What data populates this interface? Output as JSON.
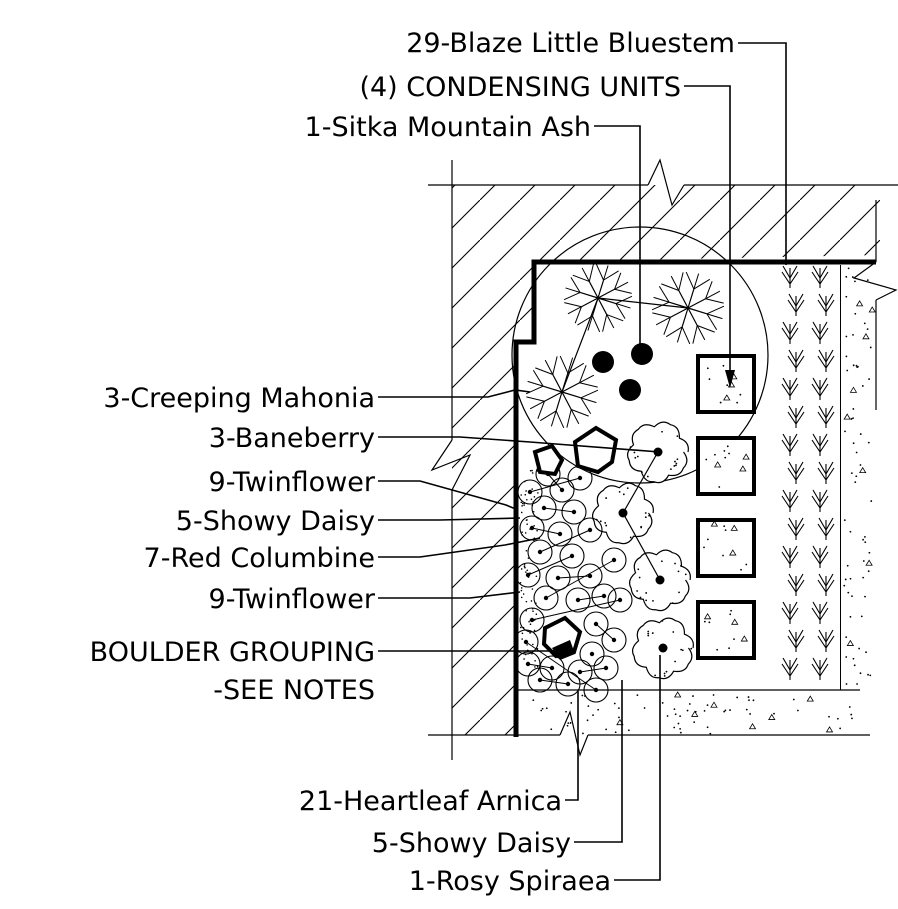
{
  "labels": {
    "bluestem": "29-Blaze Little Bluestem",
    "condensing": "(4) CONDENSING UNITS",
    "ash": "1-Sitka Mountain Ash",
    "mahonia": "3-Creeping Mahonia",
    "baneberry": "3-Baneberry",
    "twinflower_top": "9-Twinflower",
    "daisy_left": "5-Showy Daisy",
    "columbine": "7-Red Columbine",
    "twinflower_bottom": "9-Twinflower",
    "boulder_line1": "BOULDER GROUPING",
    "boulder_line2": "-SEE NOTES",
    "arnica": "21-Heartleaf Arnica",
    "daisy_bottom": "5-Showy Daisy",
    "spiraea": "1-Rosy Spiraea"
  },
  "colors": {
    "ink": "#000000",
    "paper": "#ffffff"
  },
  "icons": [
    "tree-symbol",
    "shrub-symbol",
    "grass-symbol",
    "perennial-symbol",
    "boulder-symbol",
    "condensing-unit-symbol"
  ]
}
